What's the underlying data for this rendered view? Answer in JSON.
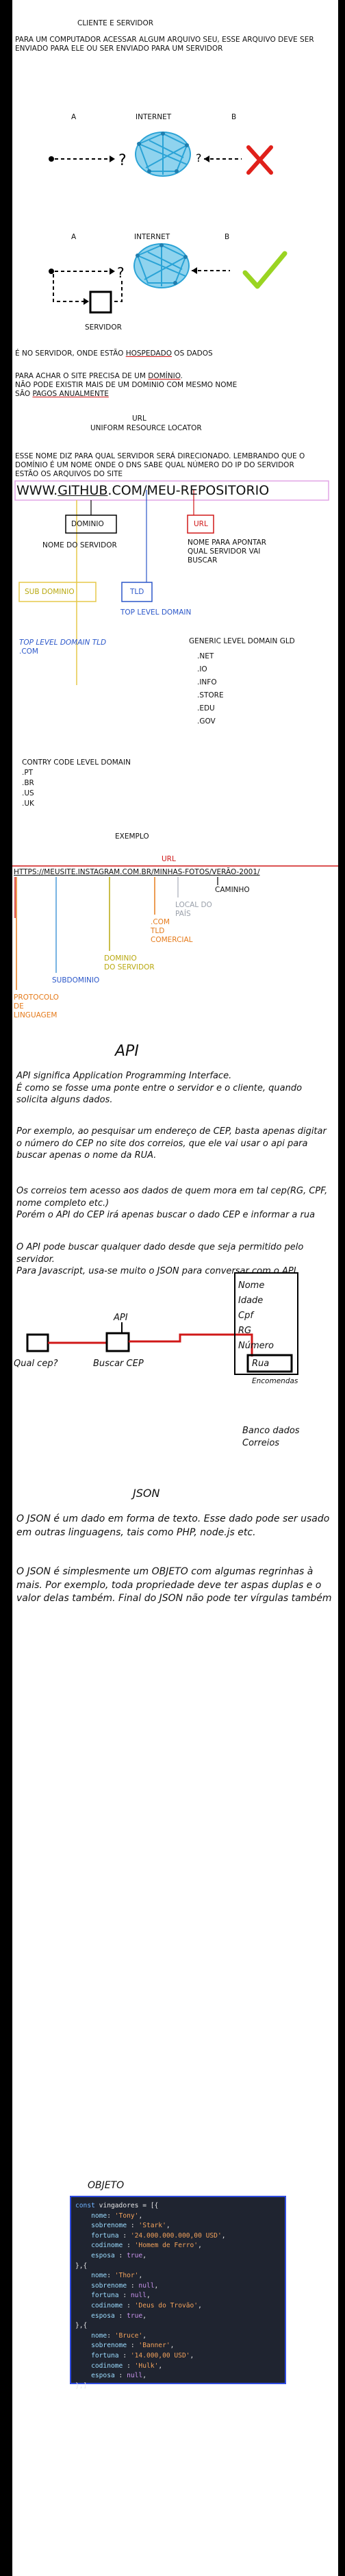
{
  "section1": {
    "title": "CLIENTE E SERVIDOR",
    "intro": "PARA UM COMPUTADOR ACESSAR ALGUM ARQUIVO SEU, ESSE ARQUIVO DEVE SER ENVIADO PARA ELE OU SER ENVIADO PARA UM SERVIDOR"
  },
  "diagram1": {
    "a_label": "A",
    "internet_label": "INTERNET",
    "b_label": "B",
    "status_icon": "red-x-icon"
  },
  "diagram2": {
    "a_label": "A",
    "internet_label": "INTERNET",
    "b_label": "B",
    "servidor_label": "SERVIDOR",
    "status_icon": "green-check-icon"
  },
  "notes": {
    "hosted_prefix": "É NO SERVIDOR, ONDE ESTÃO ",
    "hosted_word": "HOSPEDADO",
    "hosted_suffix": " OS DADOS",
    "domain_line1_prefix": "PARA ACHAR O SITE PRECISA DE UM ",
    "domain_line1_word": "DOMÍNIO",
    "domain_line1_suffix": ".",
    "domain_line2": "NÃO PODE EXISTIR MAIS DE UM DOMINIO COM MESMO NOME",
    "domain_line3_prefix": "SÃO ",
    "domain_line3_word": "PAGOS ANUALMENTE",
    "url_label": "URL",
    "url_meaning": "UNIFORM RESOURCE LOCATOR",
    "dns_text": "ESSE NOME DIZ PARA QUAL SERVIDOR SERÁ DIRECIONADO. LEMBRANDO QUE O DOMÍNIO É UM NOME ONDE O DNS SABE QUAL NÚMERO DO IP DO SERVIDOR ESTÃO OS ARQUIVOS DO SITE"
  },
  "url_example1": {
    "prefix": "WWW.",
    "domain": "GITHUB",
    "suffix": ".COM",
    "path": "/MEU-REPOSITORIO",
    "dominio_box": "DOMINIO",
    "url_box": "URL",
    "nome_servidor": "NOME DO SERVIDOR",
    "nome_apontar": "NOME PARA APONTAR QUAL SERVIDOR VAI BUSCAR",
    "sub_dominio": "SUB DOMINIO",
    "tld_box": "TLD",
    "top_level_domain": "TOP LEVEL DOMAIN"
  },
  "tld_lists": {
    "tld_title": "TOP LEVEL DOMAIN TLD",
    "tld_items": [
      ".COM"
    ],
    "generic_title": "GENERIC LEVEL DOMAIN GLD",
    "generic_items": [
      ".NET",
      ".IO",
      ".INFO",
      ".STORE",
      ".EDU",
      ".GOV"
    ],
    "country_title": "CONTRY CODE LEVEL DOMAIN",
    "country_items": [
      ".PT",
      ".BR",
      ".US",
      ".UK"
    ]
  },
  "url_example2": {
    "exemplo": "EXEMPLO",
    "url_label": "URL",
    "protocol": "HTTPS://",
    "sub": "MEUSITE",
    "dot1": ".",
    "domain": "INSTAGRAM",
    "tld": ".COM",
    "country": ".BR",
    "path": "/MINHAS-FOTOS/VERÃO-2001/",
    "caminho": "CAMINHO",
    "local_pais": "LOCAL DO PAÍS",
    "com_tld": ".COM\nTLD\nCOMERCIAL",
    "dominio_servidor": "DOMINIO\nDO SERVIDOR",
    "subdominio": "SUBDOMINIO",
    "protocolo": "PROTOCOLO DE LINGUAGEM"
  },
  "api": {
    "title": "API",
    "p1": "API significa Application Programming Interface.\nÉ como se fosse uma ponte entre o servidor e o cliente, quando solicita alguns dados.",
    "p2": "Por exemplo, ao pesquisar um endereço de CEP, basta apenas digitar o número do CEP no site dos correios, que ele vai usar o api para buscar apenas o nome da RUA.",
    "p3": "Os correios tem acesso aos dados de quem mora em tal cep(RG, CPF, nome completo etc.)\nPorém o API do CEP irá apenas buscar o dado CEP e informar a rua",
    "p4": "O API pode buscar qualquer dado desde que seja permitido pelo servidor.\nPara Javascript, usa-se muito o JSON para conversar com o API.",
    "diagram": {
      "qual_cep": "Qual cep?",
      "api_label": "API",
      "buscar_cep": "Buscar CEP",
      "db_fields": [
        "Nome",
        "Idade",
        "Cpf",
        "RG",
        "Número",
        "Rua",
        "Encomendas"
      ],
      "db_caption": "Banco dados\nCorreios"
    }
  },
  "json": {
    "title": "JSON",
    "p1": "O JSON é um dado em forma de texto. Esse dado pode ser usado em outras linguagens, tais como PHP, node.js etc.",
    "p2": "O JSON é simplesmente um OBJETO com algumas regrinhas à mais. Por exemplo, toda propriedade deve ter aspas duplas e o valor delas também. Final do JSON não pode ter vírgulas também",
    "objeto_label": "OBJETO",
    "code_lines": [
      "const vingadores = [{",
      "    nome: 'Tony',",
      "    sobrenome : 'Stark',",
      "    fortuna : '24.000.000.000,00 USD',",
      "    codinome : 'Homem de Ferro',",
      "    esposa : true,",
      "},{",
      "    nome: 'Thor',",
      "    sobrenome : null,",
      "    fortuna : null,",
      "    codinome : 'Deus do Trovão',",
      "    esposa : true,",
      "},{",
      "    nome: 'Bruce',",
      "    sobrenome : 'Banner',",
      "    fortuna : '14.000,00 USD',",
      "    codinome : 'Hulk',",
      "    esposa : null,",
      "},]"
    ]
  }
}
